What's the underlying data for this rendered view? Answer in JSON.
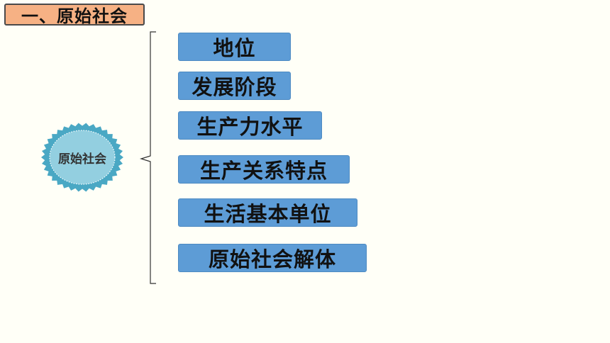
{
  "section_title": "一、原始社会",
  "center_label": "原始社会",
  "items": [
    "地位",
    "发展阶段",
    "生产力水平",
    "生产关系特点",
    "生活基本单位",
    "原始社会解体"
  ],
  "colors": {
    "title_bg": "#f6b184",
    "badge_outer": "#4aa8c4",
    "badge_inner": "#93cfe0",
    "item_bg": "#5d9cd6",
    "background": "#fffff7"
  }
}
